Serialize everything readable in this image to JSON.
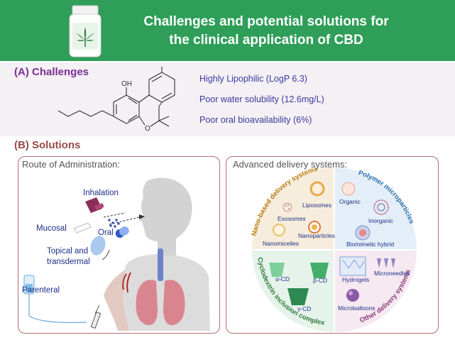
{
  "header": {
    "title_line1": "Challenges and potential solutions for",
    "title_line2": "the clinical application of CBD"
  },
  "challenges": {
    "heading": "(A) Challenges",
    "oh_label": "OH",
    "o_label": "O",
    "items": [
      "Highly Lipophilic (LogP 6.3)",
      "Poor water solubility (12.6mg/L)",
      "Poor oral bioavailability (6%)"
    ]
  },
  "solutions": {
    "heading": "(B) Solutions",
    "route": {
      "title": "Route of Administration:",
      "inhalation": "Inhalation",
      "mucosal": "Mucosal",
      "oral": "Oral",
      "topical_line1": "Topical and",
      "topical_line2": "transdermal",
      "parenteral": "Parenteral"
    },
    "advanced": {
      "title": "Advanced delivery systems:",
      "nano": {
        "heading": "Nano-based delivery systems",
        "liposomes": "Liposomes",
        "exosomes": "Exosomes",
        "nanoparticles": "Nanoparticles",
        "nanomicelles": "Nanomicelles"
      },
      "polymer": {
        "heading": "Polymer microparticles",
        "organic": "Organic",
        "inorganic": "Inorganic",
        "biomimetic": "Biomimetic hybrid"
      },
      "cyclodextrin": {
        "heading": "Cyclodextrin inclusion complexes",
        "alpha": "α-CD",
        "beta": "β-CD",
        "gamma": "γ-CD"
      },
      "other": {
        "heading": "Other delivery systems",
        "hydrogels": "Hydrogels",
        "microneedles": "Microneedles",
        "microballoons": "Microballoons"
      }
    }
  },
  "colors": {
    "header_green": "#2e9e58",
    "challenges_purple": "#7a2f93",
    "solutions_brown": "#9a4a4a",
    "label_blue": "#1f2f8a",
    "nano_bg": "#f7eddc",
    "polymer_bg": "#e3eef8",
    "cd_bg": "#e6f3ea",
    "other_bg": "#f6e9f1"
  },
  "icons": [
    "cbd-bottle-icon",
    "cannabis-leaf-icon",
    "inhaler-icon",
    "capsule-icon",
    "patch-icon",
    "syringe-icon",
    "iv-bag-icon",
    "lungs-icon"
  ]
}
